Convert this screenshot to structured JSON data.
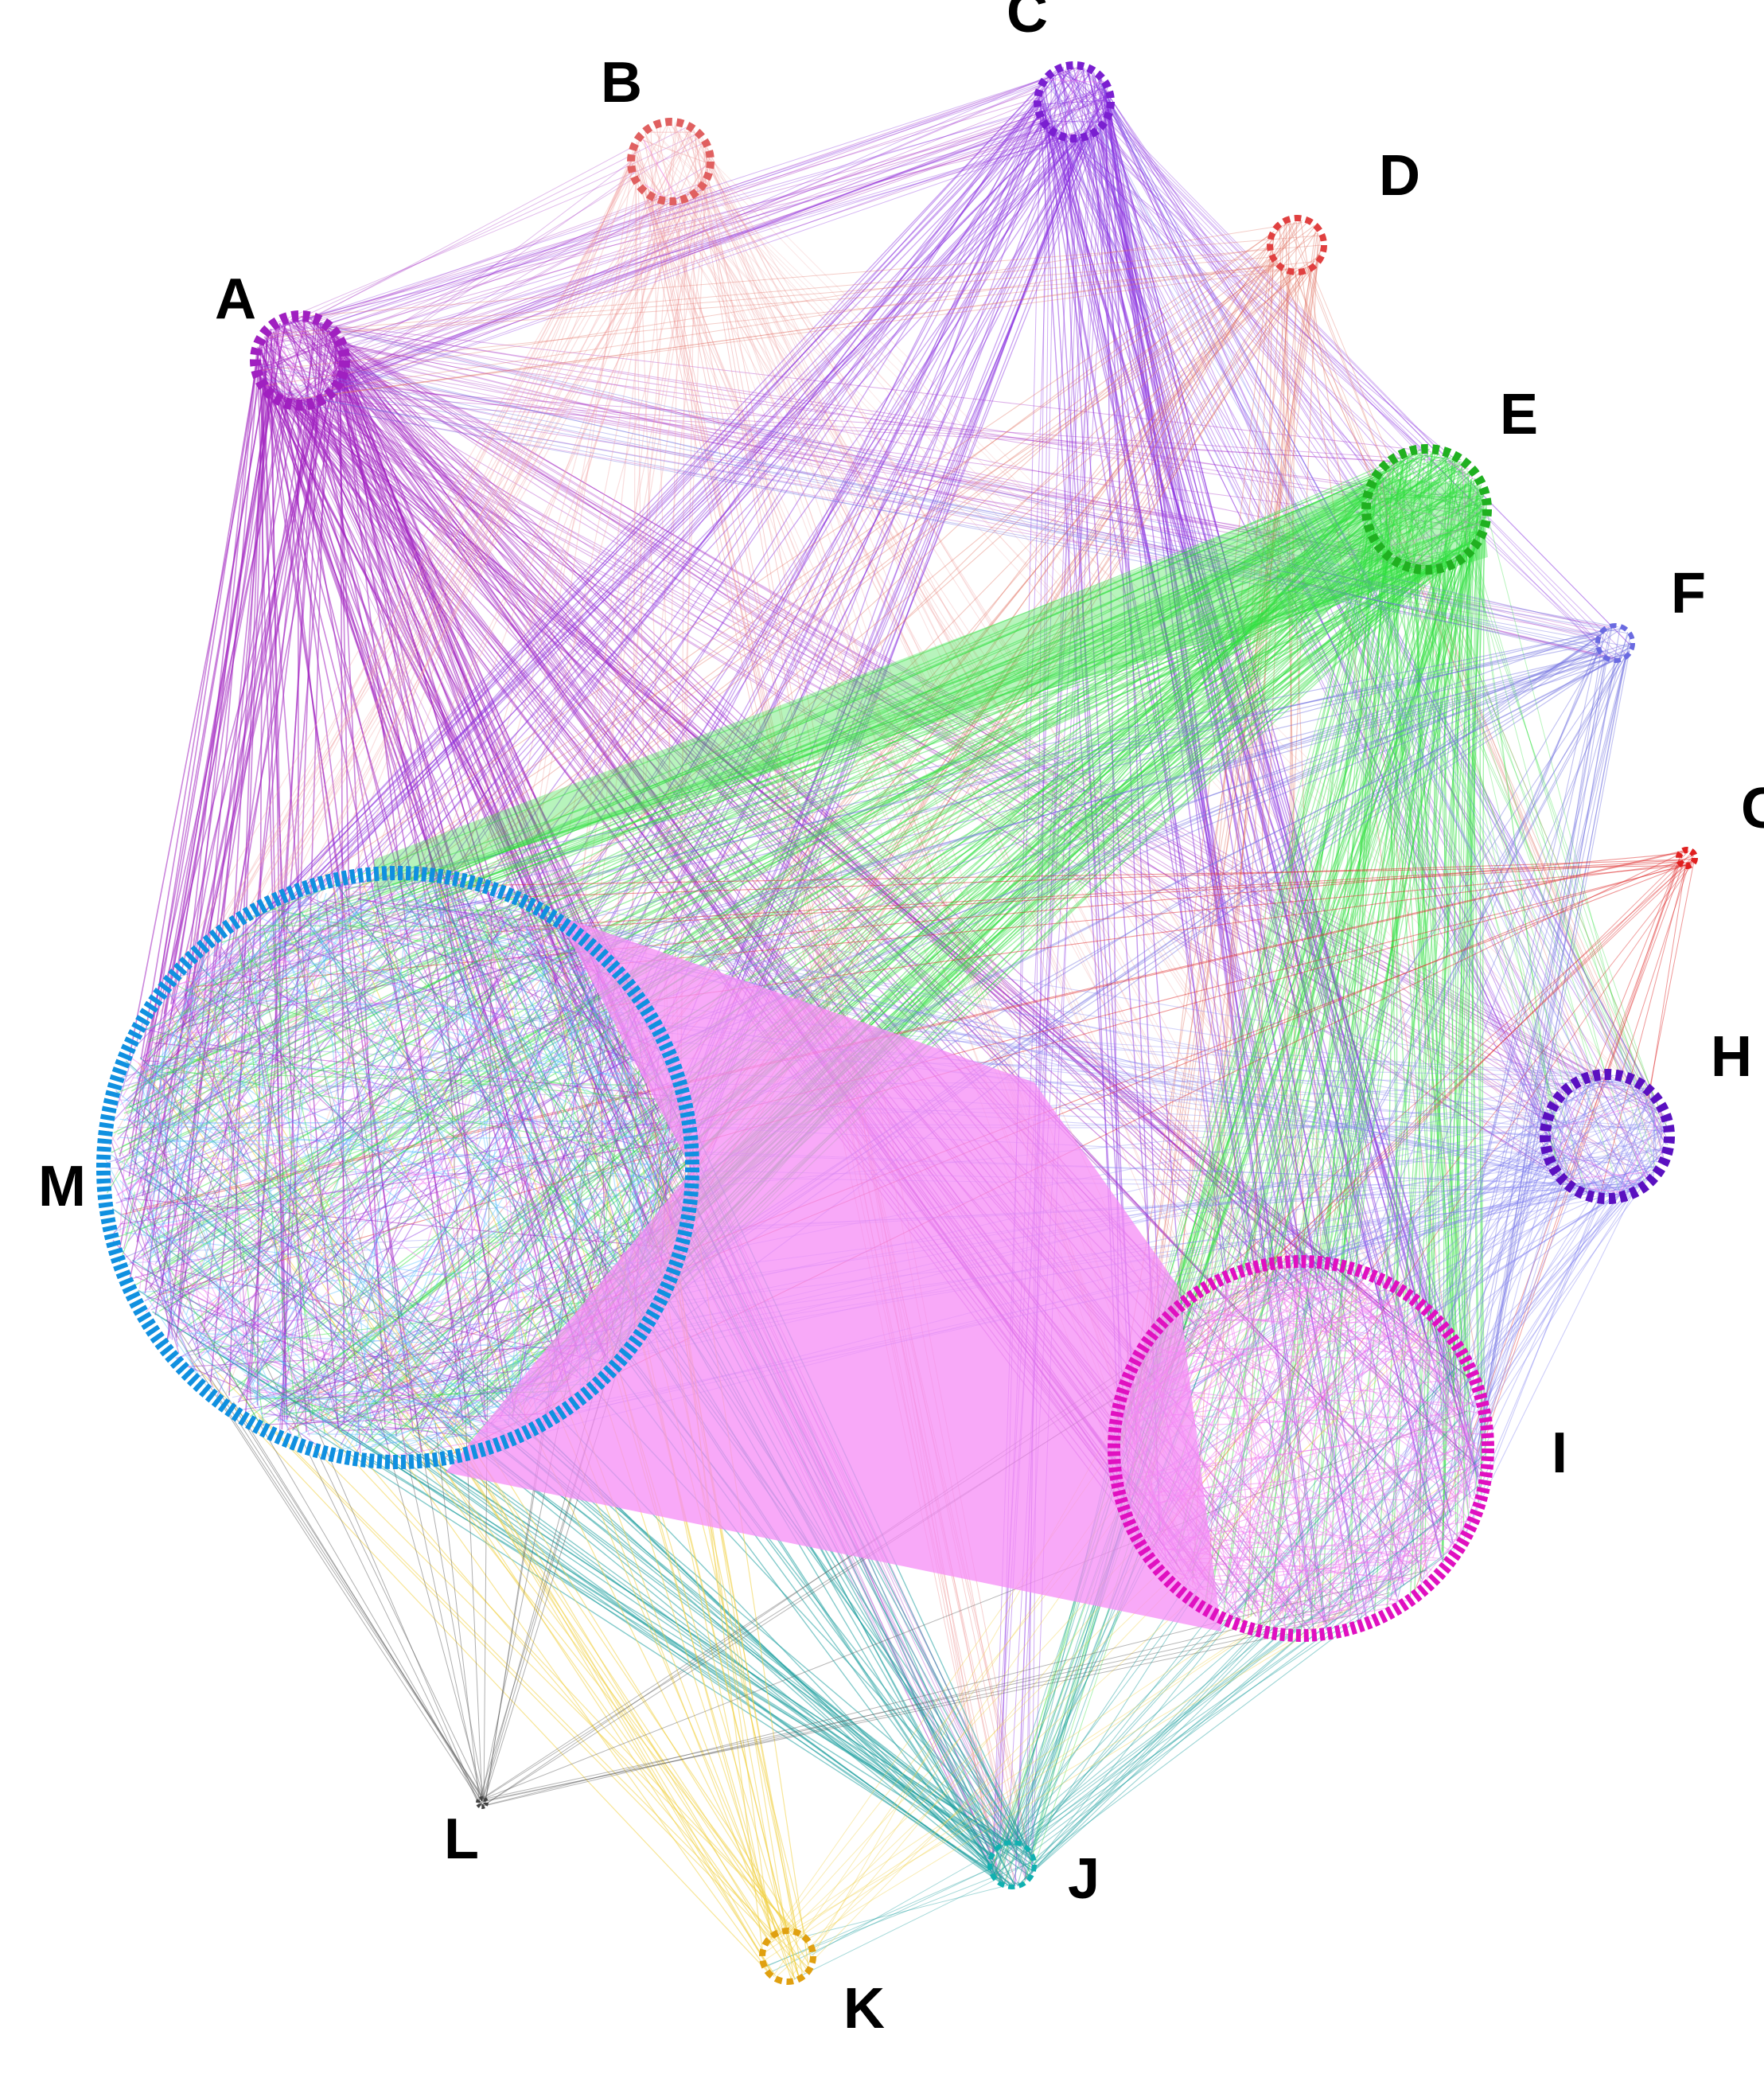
{
  "diagram": {
    "type": "circular-cluster network graph",
    "clusters": [
      {
        "id": "A",
        "label": "A",
        "color": "#a020c0"
      },
      {
        "id": "B",
        "label": "B",
        "color": "#e06060"
      },
      {
        "id": "C",
        "label": "C",
        "color": "#7a1fd0"
      },
      {
        "id": "D",
        "label": "D",
        "color": "#e04040"
      },
      {
        "id": "E",
        "label": "E",
        "color": "#20b020"
      },
      {
        "id": "F",
        "label": "F",
        "color": "#6a6ae0"
      },
      {
        "id": "G",
        "label": "G",
        "color": "#e02020"
      },
      {
        "id": "H",
        "label": "H",
        "color": "#5a10c0"
      },
      {
        "id": "I",
        "label": "I",
        "color": "#e010c0"
      },
      {
        "id": "J",
        "label": "J",
        "color": "#10b0b0"
      },
      {
        "id": "K",
        "label": "K",
        "color": "#e0a010"
      },
      {
        "id": "L",
        "label": "L",
        "color": "#404040"
      },
      {
        "id": "M",
        "label": "M",
        "color": "#1090e0"
      }
    ],
    "edge_colors": {
      "A": "#a020c0",
      "B": "#f0a0a0",
      "C": "#8a30e0",
      "D": "#e07060",
      "E": "#30e040",
      "F": "#7070e0",
      "G": "#e03030",
      "H": "#8080f0",
      "I": "#f070f0",
      "J": "#20a0a0",
      "K": "#f0d040",
      "L": "#606060",
      "M": "#60c0ff"
    }
  }
}
